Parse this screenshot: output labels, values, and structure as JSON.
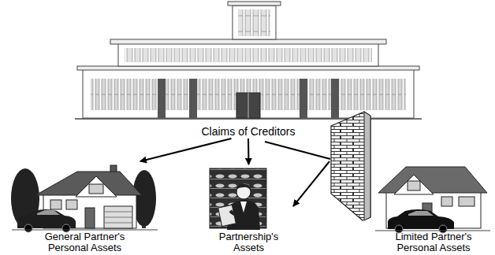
{
  "diagram": {
    "nodes": [
      {
        "text": [
          "Claims of Creditors"
        ]
      },
      {
        "text": [
          "General Partner's Personal Assets"
        ]
      },
      {
        "text": [
          "Partnership's Assets"
        ]
      },
      {
        "text": [
          "Limited Partner's Personal Assets"
        ]
      }
    ],
    "edges": [
      {
        "from": 0,
        "to": 1,
        "arrow": "to"
      },
      {
        "from": 0,
        "to": 2,
        "arrow": "to"
      }
    ]
  }
}
